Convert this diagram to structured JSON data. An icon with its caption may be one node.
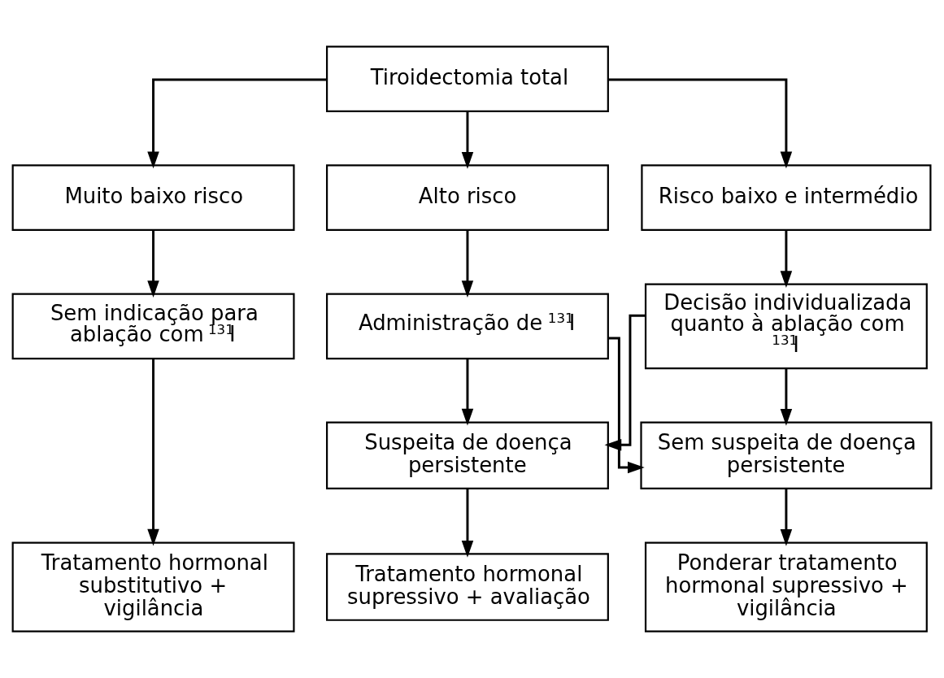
{
  "diagram": {
    "nodes": [
      {
        "text": [
          "Tiroidectomia total"
        ]
      },
      {
        "text": [
          "Muito baixo risco"
        ]
      },
      {
        "text": [
          "Risco baixo e intermédio"
        ]
      },
      {
        "text": [
          "Alto risco"
        ]
      },
      {
        "text": [
          "Sem indicação para ablação com $^{131}$I"
        ]
      },
      {
        "text": [
          "Decisão individualizada quanto à ablação com $^{131}$I"
        ]
      },
      {
        "text": [
          "Administração de $^{131}$I"
        ]
      },
      {
        "text": [
          "Tratamento hormonal substitutivo + vigilância"
        ]
      },
      {
        "text": [
          "Sem suspeita de doença persistente"
        ]
      },
      {
        "text": [
          "Suspeita de doença persistente"
        ]
      },
      {
        "text": [
          "Ponderar tratamento hormonal supressivo + vigilância"
        ]
      },
      {
        "text": [
          "Tratamento hormonal supressivo + avaliação"
        ]
      }
    ],
    "edges": [
      {
        "from": 0,
        "to": 1,
        "arrow": "to"
      },
      {
        "from": 0,
        "to": 2,
        "arrow": "to"
      },
      {
        "from": 0,
        "to": 3,
        "arrow": "to"
      },
      {
        "from": 1,
        "to": 4,
        "arrow": "to"
      },
      {
        "from": 2,
        "to": 5,
        "arrow": "to"
      },
      {
        "from": 3,
        "to": 6,
        "arrow": "to"
      },
      {
        "from": 4,
        "to": 7,
        "arrow": "to"
      },
      {
        "from": 5,
        "to": 8,
        "arrow": "to"
      },
      {
        "from": 5,
        "to": 9,
        "arrow": "to"
      },
      {
        "from": 6,
        "to": 8,
        "arrow": "to"
      },
      {
        "from": 6,
        "to": 9,
        "arrow": "to"
      },
      {
        "from": 8,
        "to": 10,
        "arrow": "to"
      },
      {
        "from": 9,
        "to": 11,
        "arrow": "to"
      }
    ]
  }
}
